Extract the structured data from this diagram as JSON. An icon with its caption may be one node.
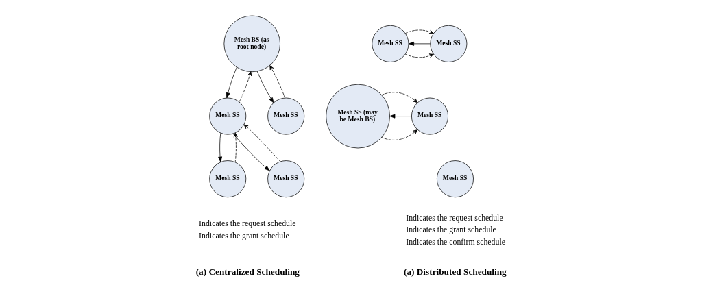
{
  "diagram": {
    "nodes": [
      {
        "text": [
          "Mesh BS (as root node)"
        ]
      },
      {
        "text": [
          "Mesh SS"
        ]
      },
      {
        "text": [
          "Mesh SS"
        ]
      },
      {
        "text": [
          "Mesh SS"
        ]
      },
      {
        "text": [
          "Mesh SS"
        ]
      },
      {
        "text": [
          "Mesh SS (may be Mesh BS)"
        ]
      },
      {
        "text": [
          "Mesh SS"
        ]
      },
      {
        "text": [
          "Mesh SS"
        ]
      },
      {
        "text": [
          "Mesh SS"
        ]
      },
      {
        "text": [
          "Mesh SS"
        ]
      }
    ],
    "edges": [
      {
        "from": 0,
        "to": 1,
        "arrow": "to"
      },
      {
        "from": 1,
        "to": 0,
        "arrow": "to",
        "style": "dashed"
      },
      {
        "from": 0,
        "to": 2,
        "arrow": "to"
      },
      {
        "from": 2,
        "to": 0,
        "arrow": "to",
        "style": "dashed"
      },
      {
        "from": 1,
        "to": 3,
        "arrow": "to"
      },
      {
        "from": 3,
        "to": 1,
        "arrow": "to",
        "style": "dashed"
      },
      {
        "from": 1,
        "to": 4,
        "arrow": "to"
      },
      {
        "from": 4,
        "to": 1,
        "arrow": "to",
        "style": "dashed"
      },
      {
        "from": 5,
        "to": 6,
        "arrow": "to",
        "style": "dashed"
      },
      {
        "from": 6,
        "to": 5,
        "arrow": "to"
      },
      {
        "from": 5,
        "to": 6,
        "arrow": "to",
        "style": "dashed"
      },
      {
        "from": 7,
        "to": 8,
        "arrow": "to",
        "style": "dashed"
      },
      {
        "from": 8,
        "to": 7,
        "arrow": "to"
      },
      {
        "from": 7,
        "to": 8,
        "arrow": "to",
        "style": "dashed"
      }
    ],
    "labels": [
      "(a) Centralized Scheduling",
      "(a) Distributed Scheduling"
    ],
    "legend": [
      {
        "text": "Indicates the request schedule"
      },
      {
        "text": "Indicates the grant schedule"
      },
      {
        "text": "Indicates the request schedule"
      },
      {
        "text": "Indicates the grant schedule"
      },
      {
        "text": "Indicates the confirm schedule"
      }
    ]
  }
}
